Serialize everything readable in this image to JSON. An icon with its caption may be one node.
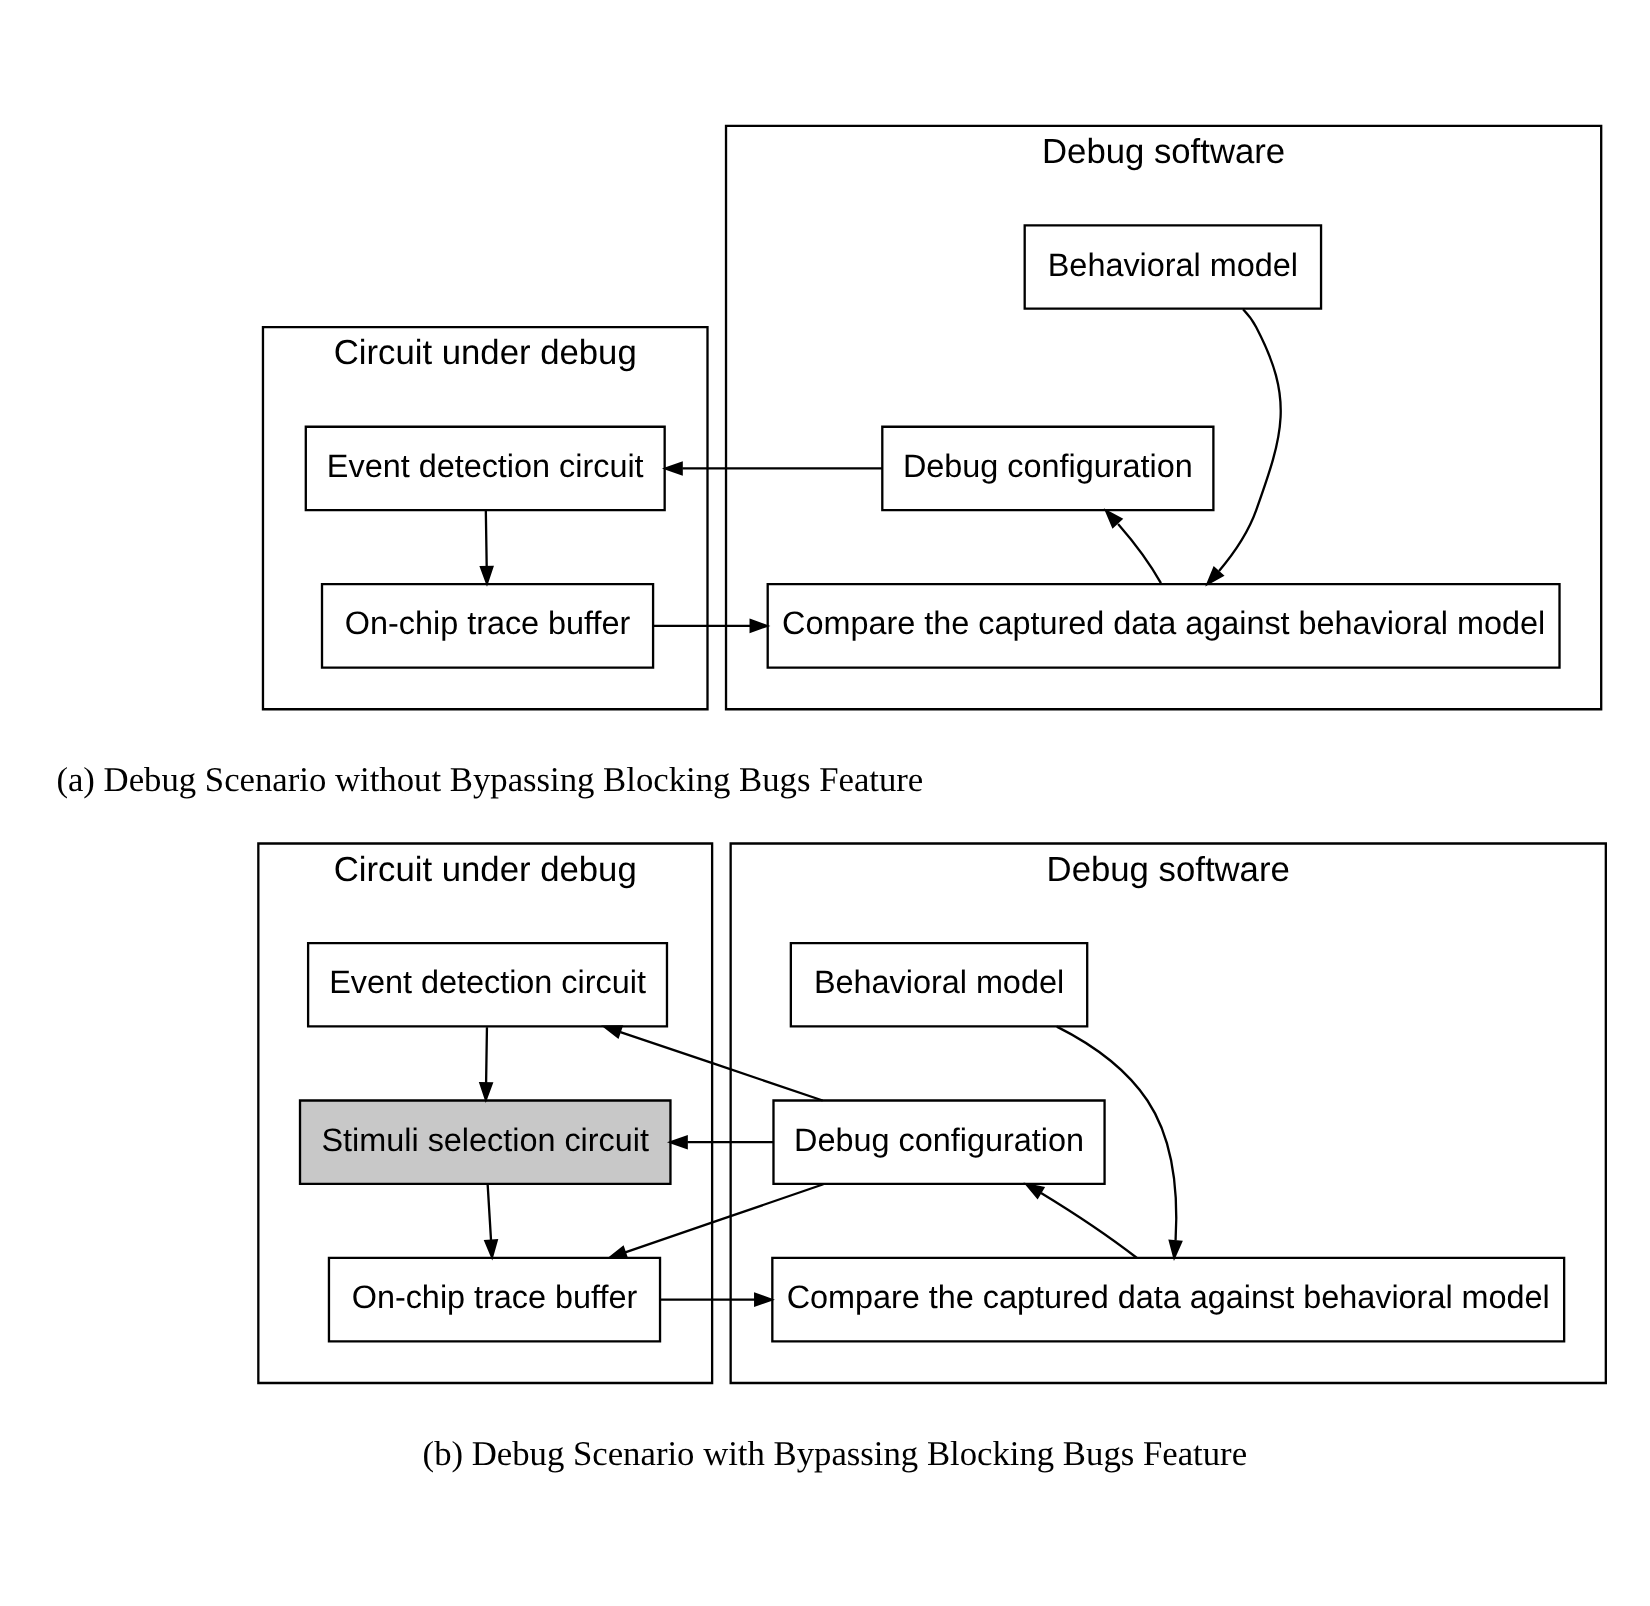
{
  "diagram": {
    "nodes": [
      {
        "text": [
          "Circuit under debug"
        ]
      },
      {
        "text": [
          "Event detection circuit"
        ],
        "in": 0
      },
      {
        "text": [
          "On-chip trace buffer"
        ],
        "in": 0
      },
      {
        "text": [
          "Debug software"
        ]
      },
      {
        "text": [
          "Behavioral model"
        ],
        "in": 3
      },
      {
        "text": [
          "Debug configuration"
        ],
        "in": 3
      },
      {
        "text": [
          "Compare the captured data against behavioral model"
        ],
        "in": 3
      },
      {
        "text": [
          "Circuit under debug"
        ]
      },
      {
        "text": [
          "Event detection circuit"
        ],
        "in": 7
      },
      {
        "text": [
          "Stimuli selection circuit"
        ],
        "in": 7
      },
      {
        "text": [
          "On-chip trace buffer"
        ],
        "in": 7
      },
      {
        "text": [
          "Debug software"
        ]
      },
      {
        "text": [
          "Behavioral model"
        ],
        "in": 11
      },
      {
        "text": [
          "Debug configuration"
        ],
        "in": 11
      },
      {
        "text": [
          "Compare the captured data against behavioral model"
        ],
        "in": 11
      }
    ],
    "edges": [
      {
        "from": 5,
        "to": 1,
        "arrow": "to"
      },
      {
        "from": 1,
        "to": 2,
        "arrow": "to"
      },
      {
        "from": 2,
        "to": 6,
        "arrow": "to"
      },
      {
        "from": 4,
        "to": 6,
        "arrow": "to"
      },
      {
        "from": 6,
        "to": 5,
        "arrow": "to"
      },
      {
        "from": 13,
        "to": 8,
        "arrow": "to"
      },
      {
        "from": 13,
        "to": 9,
        "arrow": "to"
      },
      {
        "from": 13,
        "to": 10,
        "arrow": "to"
      },
      {
        "from": 8,
        "to": 9,
        "arrow": "to"
      },
      {
        "from": 9,
        "to": 10,
        "arrow": "to"
      },
      {
        "from": 10,
        "to": 14,
        "arrow": "to"
      },
      {
        "from": 12,
        "to": 14,
        "arrow": "to"
      },
      {
        "from": 14,
        "to": 13,
        "arrow": "to"
      }
    ],
    "labels": [
      "(a) Debug Scenario without Bypassing Blocking Bugs Feature",
      "(b) Debug Scenario with Bypassing Blocking Bugs Feature"
    ]
  }
}
